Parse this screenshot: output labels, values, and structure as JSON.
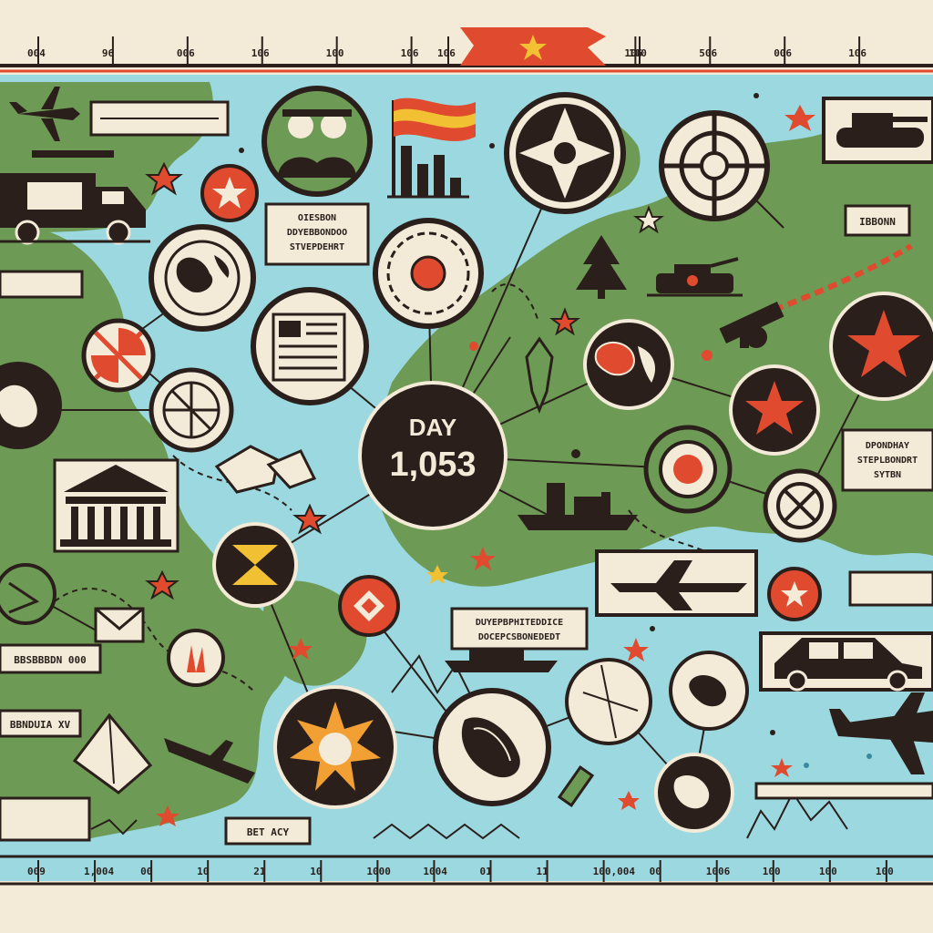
{
  "timeline_top": {
    "ticks": [
      "004",
      "96",
      "006",
      "106",
      "100",
      "106",
      "106",
      "100",
      "106",
      "506",
      "006",
      "106"
    ],
    "colors": {
      "banner": "#e04a2f",
      "star": "#f2c033"
    }
  },
  "timeline_bottom": {
    "ticks": [
      "009",
      "1,004",
      "00",
      "10",
      "21",
      "10",
      "1000",
      "1004",
      "01",
      "11",
      "100,004",
      "00",
      "1006",
      "100",
      "100",
      "100"
    ]
  },
  "day_counter": {
    "label": "DAY",
    "value": "1,053"
  },
  "labels": {
    "center_note": [
      "OIESBON",
      "DDYEBBONDOO",
      "STVEPDEHRT"
    ],
    "right_note": [
      "DPONDHAY",
      "STEPLBONDRT",
      "SYTBN"
    ],
    "tag_top_right": "IBBONN",
    "mid_note": [
      "DUYEPBPHITEDDICE",
      "DOCEPCSBONEDEDT"
    ],
    "left_tag_1": "BBSBBBDN 000",
    "left_tag_2": "BBNDUIA XV",
    "bottom_tag": "BET ACY"
  },
  "colors": {
    "sea": "#9bd8e0",
    "land": "#6d9a54",
    "dark": "#2a1f1b",
    "red": "#e04a2f",
    "cream": "#f3ead8",
    "yellow": "#f2c033"
  },
  "icons": [
    "fighter-jet-icon",
    "supply-truck-icon",
    "soldiers-icon",
    "flag-chart-icon",
    "compass-emblem-icon",
    "crosshair-icon",
    "tank-icon",
    "star-badge-icon",
    "globe-icon",
    "document-icon",
    "mosaic-emblem-icon",
    "pine-tree-icon",
    "armored-vehicle-icon",
    "artillery-gun-icon",
    "red-star-emblem-icon",
    "no-entry-icon",
    "wheel-emblem-icon",
    "island-map-icon",
    "star-shield-icon",
    "government-building-icon",
    "target-icon",
    "warship-icon",
    "crossed-circle-icon",
    "bomber-icon",
    "car-icon",
    "explosion-icon",
    "map-zoom-icon",
    "ship-icon",
    "missile-icon",
    "cargo-plane-icon",
    "earth-icon",
    "crossed-swords-icon"
  ]
}
